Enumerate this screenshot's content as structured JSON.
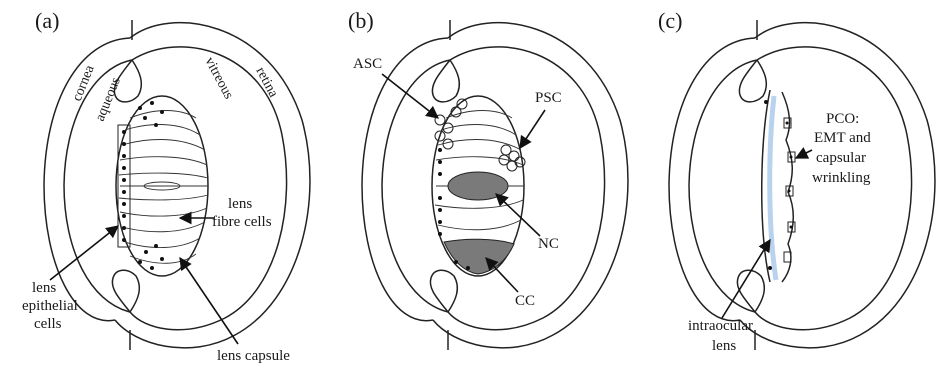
{
  "panels": {
    "a": {
      "label": "(a)",
      "cornea": "cornea",
      "aqueous": "aqueous",
      "vitreous": "vitreous",
      "retina": "retina",
      "fibre_1": "lens",
      "fibre_2": "fibre cells",
      "epi_1": "lens",
      "epi_2": "epithelial",
      "epi_3": "cells",
      "capsule": "lens capsule"
    },
    "b": {
      "label": "(b)",
      "asc": "ASC",
      "psc": "PSC",
      "nc": "NC",
      "cc": "CC"
    },
    "c": {
      "label": "(c)",
      "pco_1": "PCO:",
      "pco_2": "EMT and",
      "pco_3": "capsular",
      "pco_4": "wrinkling",
      "iol_1": "intraocular",
      "iol_2": "lens"
    }
  },
  "colors": {
    "nucleus_cataract": "#7a7a7a",
    "cortical_cataract": "#7a7a7a",
    "intraocular_lens": "#b9d3ee",
    "line": "#222222"
  }
}
